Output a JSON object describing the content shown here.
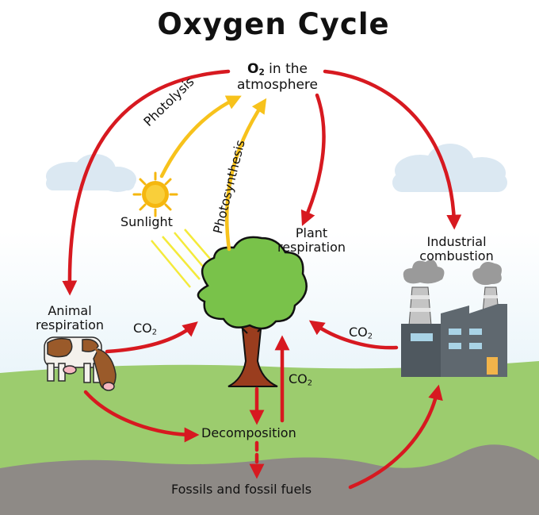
{
  "title": "Oxygen Cycle",
  "labels": {
    "o2_atmosphere": {
      "formula": "O",
      "subscript": "2",
      "line1_rest": " in the",
      "line2": "atmosphere"
    },
    "photolysis": "Photolysis",
    "photosynthesis": "Photosynthesis",
    "sunlight": "Sunlight",
    "plant_respiration": {
      "line1": "Plant",
      "line2": "respiration"
    },
    "industrial_combustion": {
      "line1": "Industrial",
      "line2": "combustion"
    },
    "animal_respiration": {
      "line1": "Animal",
      "line2": "respiration"
    },
    "co2_animal": {
      "base": "CO",
      "sub": "2"
    },
    "co2_factory": {
      "base": "CO",
      "sub": "2"
    },
    "co2_decomposition": {
      "base": "CO",
      "sub": "2"
    },
    "decomposition": "Decomposition",
    "fossils": "Fossils and fossil fuels"
  },
  "colors": {
    "arrow_red": "#d71920",
    "arrow_yellow": "#f7c21c",
    "sky_top": "#ffffff",
    "sky_bottom": "#d8ecf6",
    "grass": "#9ccc6e",
    "ground": "#8e8a86",
    "tree_leaves": "#79c24a",
    "tree_trunk": "#9a3d1e",
    "factory": "#5a6268",
    "sun": "#f5b70f"
  },
  "icons": [
    "sun-icon",
    "tree-icon",
    "cow-icon",
    "factory-icon",
    "cloud-icon"
  ]
}
